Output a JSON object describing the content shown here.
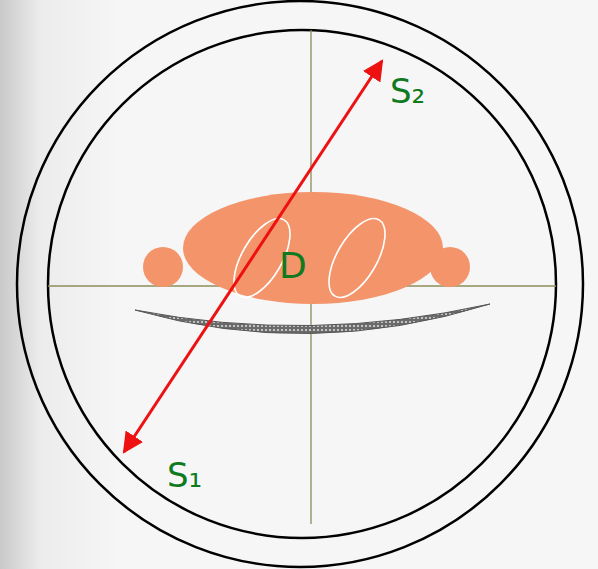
{
  "diagram": {
    "labels": [
      "D",
      "S₂",
      "S₁"
    ]
  }
}
